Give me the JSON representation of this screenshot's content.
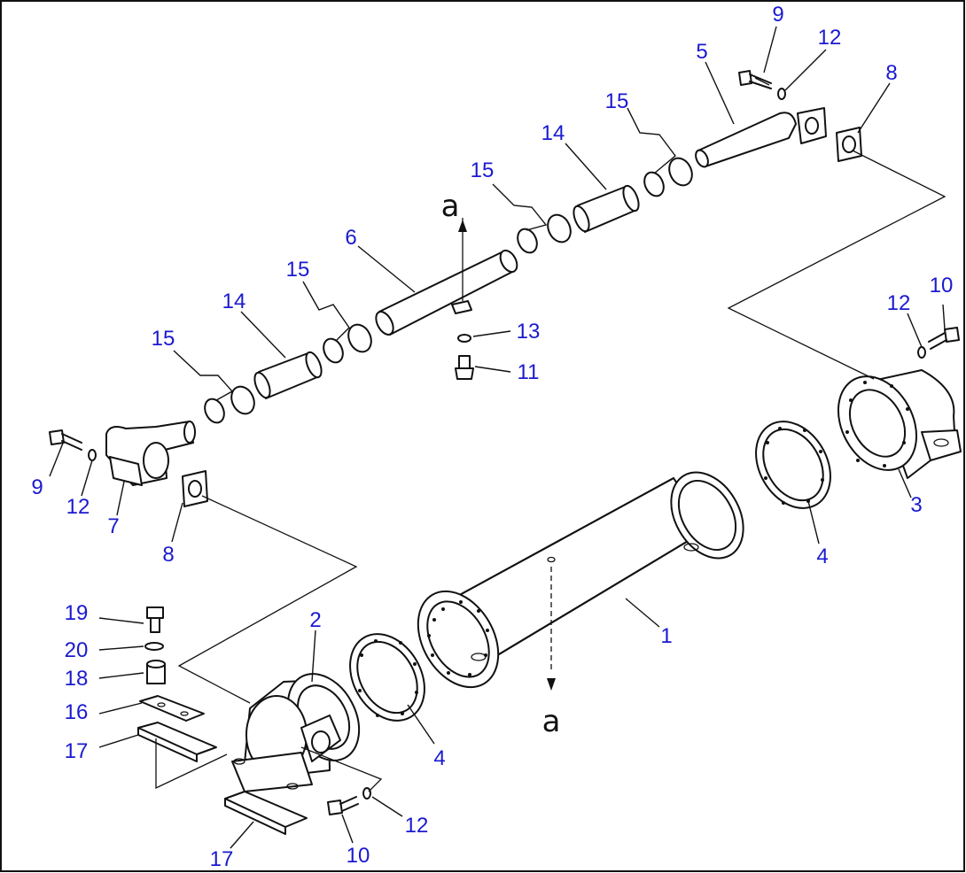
{
  "diagram": {
    "type": "exploded-parts-view",
    "callout_color": "#1a1ad0",
    "reference_marks": [
      {
        "id": "ref-top",
        "label": "a"
      },
      {
        "id": "ref-bottom",
        "label": "a"
      }
    ],
    "callouts": [
      {
        "id": "c-9-top",
        "label": "9"
      },
      {
        "id": "c-12-top",
        "label": "12"
      },
      {
        "id": "c-5",
        "label": "5"
      },
      {
        "id": "c-8-top",
        "label": "8"
      },
      {
        "id": "c-15-a",
        "label": "15"
      },
      {
        "id": "c-14-a",
        "label": "14"
      },
      {
        "id": "c-15-b",
        "label": "15"
      },
      {
        "id": "c-6",
        "label": "6"
      },
      {
        "id": "c-15-c",
        "label": "15"
      },
      {
        "id": "c-14-b",
        "label": "14"
      },
      {
        "id": "c-15-d",
        "label": "15"
      },
      {
        "id": "c-13",
        "label": "13"
      },
      {
        "id": "c-11",
        "label": "11"
      },
      {
        "id": "c-12-right",
        "label": "12"
      },
      {
        "id": "c-10-right",
        "label": "10"
      },
      {
        "id": "c-9-left",
        "label": "9"
      },
      {
        "id": "c-12-left",
        "label": "12"
      },
      {
        "id": "c-7",
        "label": "7"
      },
      {
        "id": "c-8-left",
        "label": "8"
      },
      {
        "id": "c-3",
        "label": "3"
      },
      {
        "id": "c-4-right",
        "label": "4"
      },
      {
        "id": "c-1",
        "label": "1"
      },
      {
        "id": "c-2",
        "label": "2"
      },
      {
        "id": "c-19",
        "label": "19"
      },
      {
        "id": "c-20",
        "label": "20"
      },
      {
        "id": "c-18",
        "label": "18"
      },
      {
        "id": "c-16",
        "label": "16"
      },
      {
        "id": "c-17-a",
        "label": "17"
      },
      {
        "id": "c-4-left",
        "label": "4"
      },
      {
        "id": "c-12-bottom",
        "label": "12"
      },
      {
        "id": "c-10-bottom",
        "label": "10"
      },
      {
        "id": "c-17-b",
        "label": "17"
      }
    ]
  }
}
